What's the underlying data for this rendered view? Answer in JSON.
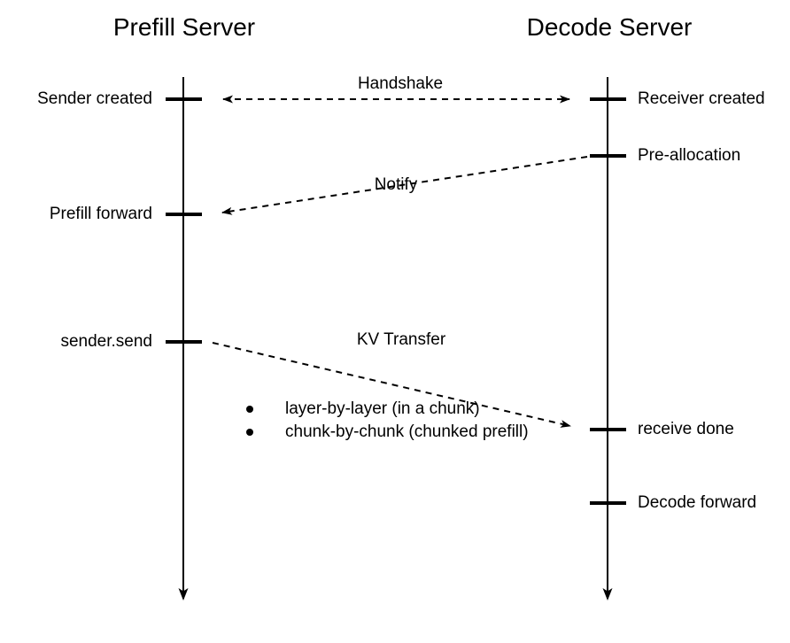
{
  "colors": {
    "ink": "#000000",
    "background": "#ffffff"
  },
  "actors": {
    "prefill": {
      "title": "Prefill Server",
      "events": [
        {
          "label": "Sender created"
        },
        {
          "label": "Prefill forward"
        },
        {
          "label": "sender.send"
        }
      ]
    },
    "decode": {
      "title": "Decode Server",
      "events": [
        {
          "label": "Receiver created"
        },
        {
          "label": "Pre-allocation"
        },
        {
          "label": "receive done"
        },
        {
          "label": "Decode forward"
        }
      ]
    }
  },
  "messages": {
    "handshake": {
      "label": "Handshake",
      "from": "Sender created",
      "to": "Receiver created",
      "direction": "bidirectional",
      "line_style": "dashed"
    },
    "notify": {
      "label": "Notify",
      "from": "Pre-allocation",
      "to": "Prefill forward",
      "direction": "right-to-left",
      "line_style": "dashed"
    },
    "kv_transfer": {
      "label": "KV Transfer",
      "from": "sender.send",
      "to": "receive done",
      "direction": "left-to-right",
      "line_style": "dashed",
      "notes": [
        "layer-by-layer (in a chunk)",
        "chunk-by-chunk (chunked prefill)"
      ]
    }
  }
}
